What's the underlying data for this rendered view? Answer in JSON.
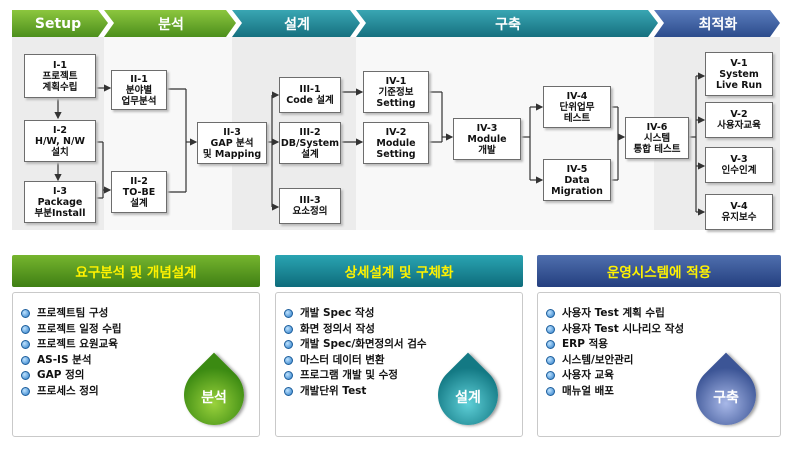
{
  "phases": {
    "setup": "Setup",
    "analysis": "분석",
    "design": "설계",
    "build": "구축",
    "optimize": "최적화"
  },
  "boxes": {
    "i1": [
      "I-1",
      "프로젝트",
      "계획수립"
    ],
    "i2": [
      "I-2",
      "H/W, N/W",
      "설치"
    ],
    "i3": [
      "I-3",
      "Package",
      "부분Install"
    ],
    "ii1": [
      "II-1",
      "분야별",
      "업무분석"
    ],
    "ii2": [
      "II-2",
      "TO-BE",
      "설계"
    ],
    "ii3": [
      "II-3",
      "GAP 분석",
      "및 Mapping"
    ],
    "iii1": [
      "III-1",
      "Code 설계"
    ],
    "iii2": [
      "III-2",
      "DB/System",
      "설계"
    ],
    "iii3": [
      "III-3",
      "요소정의"
    ],
    "iv1": [
      "IV-1",
      "기준정보",
      "Setting"
    ],
    "iv2": [
      "IV-2",
      "Module",
      "Setting"
    ],
    "iv3": [
      "IV-3",
      "Module",
      "개발"
    ],
    "iv4": [
      "IV-4",
      "단위업무",
      "테스트"
    ],
    "iv5": [
      "IV-5",
      "Data",
      "Migration"
    ],
    "iv6": [
      "IV-6",
      "시스템",
      "통합 테스트"
    ],
    "v1": [
      "V-1",
      "System",
      "Live Run"
    ],
    "v2": [
      "V-2",
      "사용자교육"
    ],
    "v3": [
      "V-3",
      "인수인계"
    ],
    "v4": [
      "V-4",
      "유지보수"
    ]
  },
  "panels": [
    {
      "title": "요구분석 및 개념설계",
      "items": [
        "프로젝트팀 구성",
        "프로젝트 일정 수립",
        "프로젝트 요원교육",
        "AS-IS 분석",
        "GAP 정의",
        "프로세스 정의"
      ],
      "badge": "분석"
    },
    {
      "title": "상세설계 및 구체화",
      "items": [
        "개발 Spec 작성",
        "화면 정의서 작성",
        "개발 Spec/화면정의서 검수",
        "마스터 데이터 변환",
        "프로그램 개발 및 수정",
        "개발단위 Test"
      ],
      "badge": "설계"
    },
    {
      "title": "운영시스템에 적용",
      "items": [
        "사용자 Test 계획 수립",
        "사용자 Test 시나리오 작성",
        "ERP 적용",
        "시스템/보안관리",
        "사용자 교육",
        "매뉴얼 배포"
      ],
      "badge": "구축"
    }
  ]
}
